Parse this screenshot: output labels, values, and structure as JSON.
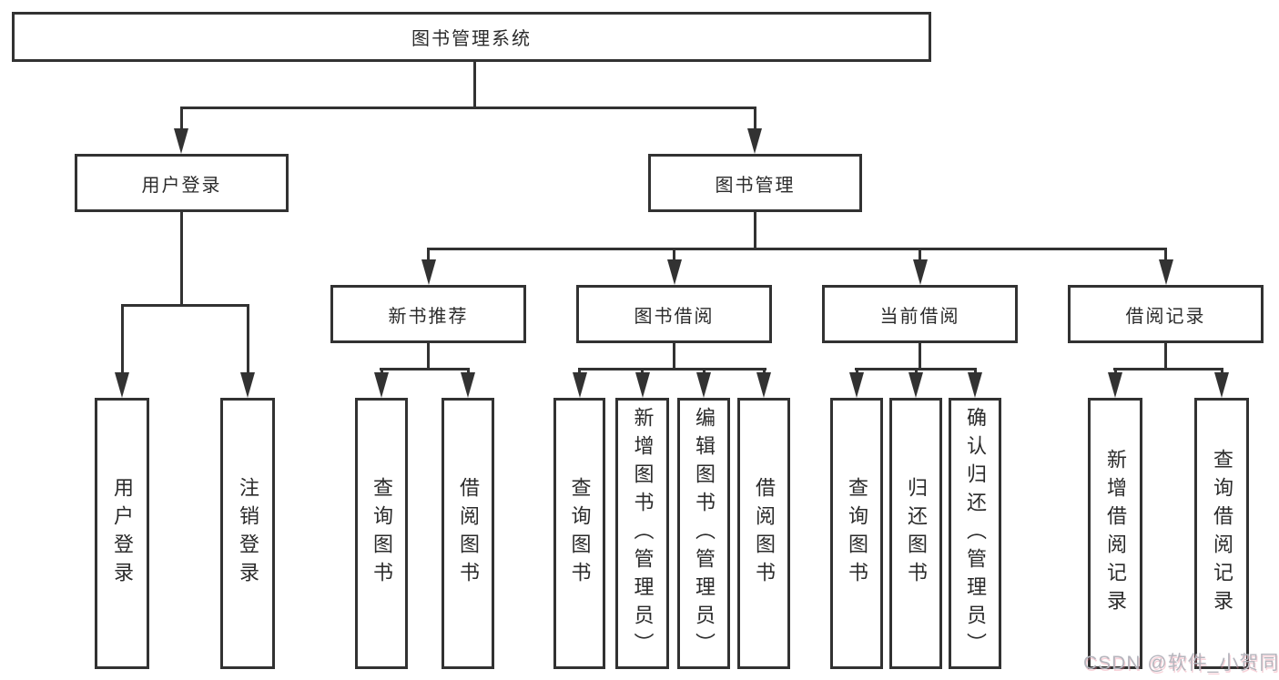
{
  "diagram": {
    "root": {
      "label": "图书管理系统"
    },
    "branches": [
      {
        "label": "用户登录",
        "children": [
          {
            "label": "用户登录"
          },
          {
            "label": "注销登录"
          }
        ]
      },
      {
        "label": "图书管理",
        "children": [
          {
            "label": "新书推荐",
            "children": [
              {
                "label": "查询图书"
              },
              {
                "label": "借阅图书"
              }
            ]
          },
          {
            "label": "图书借阅",
            "children": [
              {
                "label": "查询图书"
              },
              {
                "label": "新增图书（管理员）"
              },
              {
                "label": "编辑图书（管理员）"
              },
              {
                "label": "借阅图书"
              }
            ]
          },
          {
            "label": "当前借阅",
            "children": [
              {
                "label": "查询图书"
              },
              {
                "label": "归还图书"
              },
              {
                "label": "确认归还（管理员）"
              }
            ]
          },
          {
            "label": "借阅记录",
            "children": [
              {
                "label": "新增借阅记录"
              },
              {
                "label": "查询借阅记录"
              }
            ]
          }
        ]
      }
    ]
  },
  "watermark": {
    "text": "CSDN @软件_小贺同学"
  },
  "colors": {
    "line": "#323232",
    "text": "#2b2b2b",
    "watermark": "#b5b5bd",
    "background": "#ffffff"
  }
}
